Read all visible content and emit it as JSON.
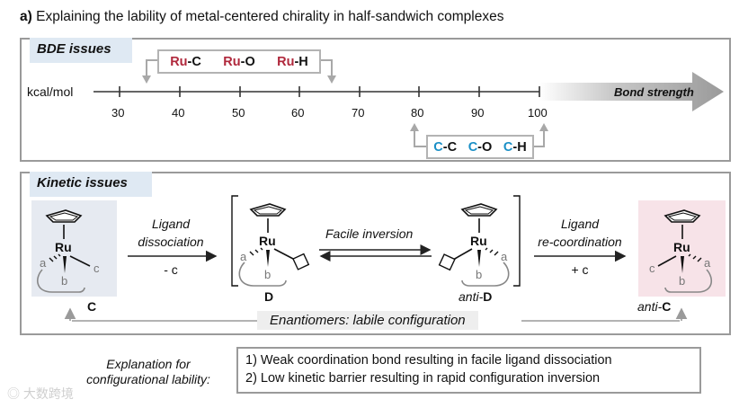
{
  "title": {
    "prefix": "a)",
    "text": "Explaining the lability of metal-centered chirality in half-sandwich complexes"
  },
  "bde_panel": {
    "tag": "BDE issues",
    "unit": "kcal/mol",
    "axis_label": "Bond strength",
    "ticks": [
      "30",
      "40",
      "50",
      "60",
      "70",
      "80",
      "90",
      "100"
    ],
    "ru_bonds": [
      {
        "metal": "Ru",
        "partner": "-C"
      },
      {
        "metal": "Ru",
        "partner": "-O"
      },
      {
        "metal": "Ru",
        "partner": "-H"
      }
    ],
    "c_bonds": [
      {
        "atom": "C",
        "partner": "-C"
      },
      {
        "atom": "C",
        "partner": "-O"
      },
      {
        "atom": "C",
        "partner": "-H"
      }
    ]
  },
  "kinetic_panel": {
    "tag": "Kinetic issues",
    "step1_label_line1": "Ligand",
    "step1_label_line2": "dissociation",
    "step1_below": "- c",
    "inversion_label": "Facile inversion",
    "step2_label_line1": "Ligand",
    "step2_label_line2": "re-coordination",
    "step2_below": "+ c",
    "enantiomers_label": "Enantiomers: labile configuration",
    "metal": "Ru",
    "complex_C": {
      "name": "C",
      "left_ligand": "a",
      "right_ligand": "c",
      "bottom_ligand": "b"
    },
    "complex_D": {
      "name": "D",
      "left_ligand": "a",
      "bottom_ligand": "b"
    },
    "complex_antiD": {
      "prefix": "anti-",
      "name": "D",
      "right_ligand": "a",
      "bottom_ligand": "b"
    },
    "complex_antiC": {
      "prefix": "anti-",
      "name": "C",
      "left_ligand": "c",
      "right_ligand": "a",
      "bottom_ligand": "b"
    }
  },
  "explanation": {
    "label_line1": "Explanation for",
    "label_line2": "configurational lability:",
    "reason1": "1) Weak coordination bond resulting in facile ligand dissociation",
    "reason2": "2) Low kinetic barrier resulting in rapid configuration inversion"
  },
  "watermark": "大数跨境",
  "colors": {
    "ru": "#b0283c",
    "c": "#1a8fc6",
    "tag_bg": "#dfe9f3",
    "c_bg": "#e6eaf1",
    "antic_bg": "#f7e3e8"
  }
}
